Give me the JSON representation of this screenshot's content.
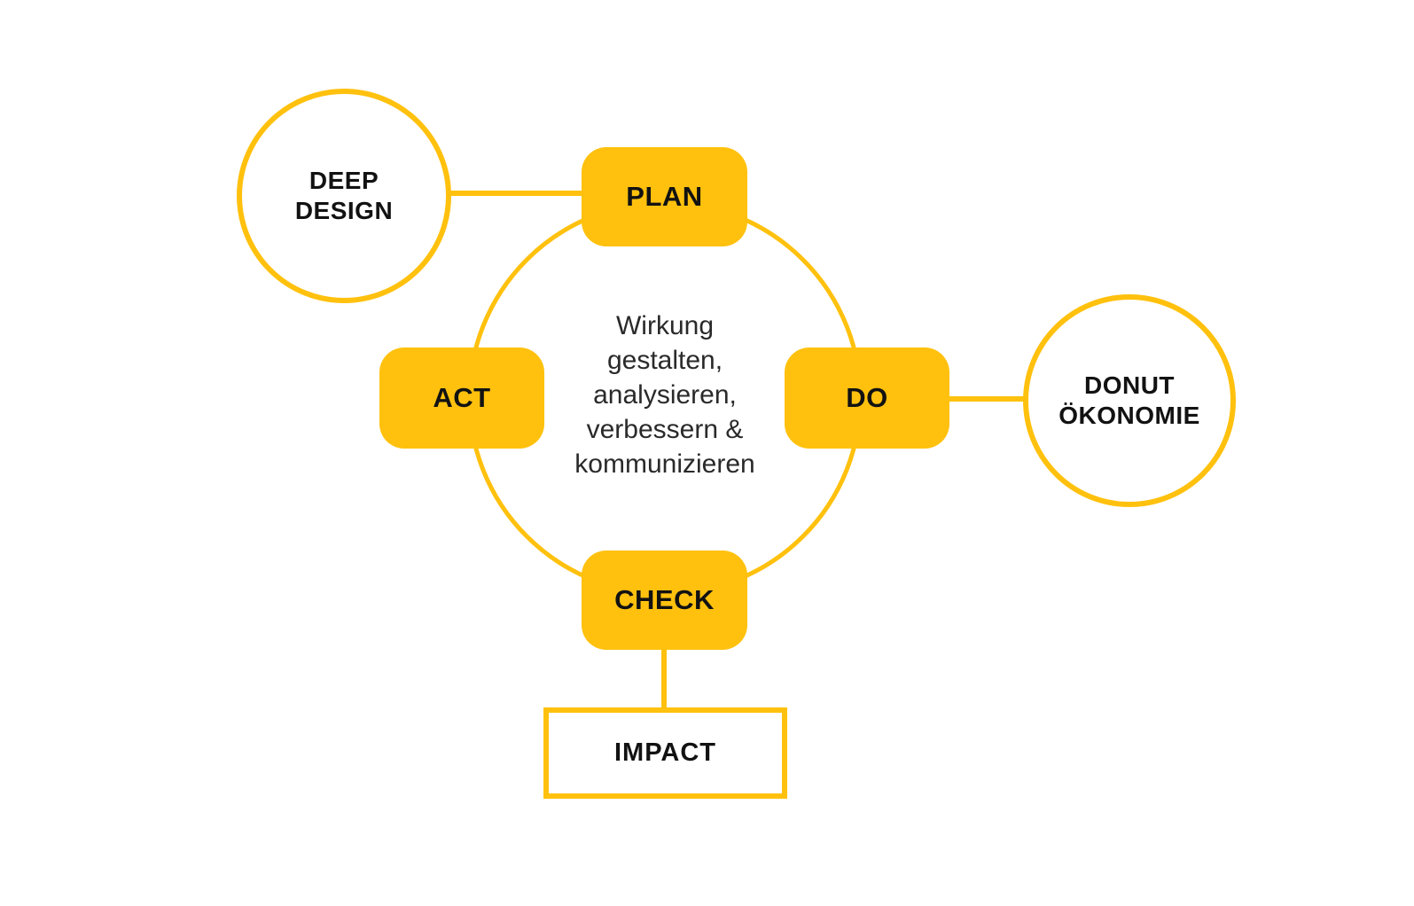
{
  "colors": {
    "accent_yellow": "#FFC10E",
    "label_black": "#121212",
    "center_text_color": "#2a2a2a",
    "background": "#FFFFFF"
  },
  "cycle": {
    "plan": {
      "label": "PLAN"
    },
    "do": {
      "label": "DO"
    },
    "check": {
      "label": "CHECK"
    },
    "act": {
      "label": "ACT"
    }
  },
  "center": {
    "text": "Wirkung gestalten, analysieren, verbessern & kommunizieren",
    "lines": [
      "Wirkung",
      "gestalten,",
      "analysieren,",
      "verbessern &",
      "kommunizieren"
    ]
  },
  "satellites": {
    "deep_design": {
      "text": "DEEP DESIGN",
      "lines": [
        "DEEP",
        "DESIGN"
      ]
    },
    "donut_oekonomie": {
      "text": "DONUT ÖKONOMIE",
      "lines": [
        "DONUT",
        "ÖKONOMIE"
      ]
    },
    "impact": {
      "label": "IMPACT"
    }
  }
}
